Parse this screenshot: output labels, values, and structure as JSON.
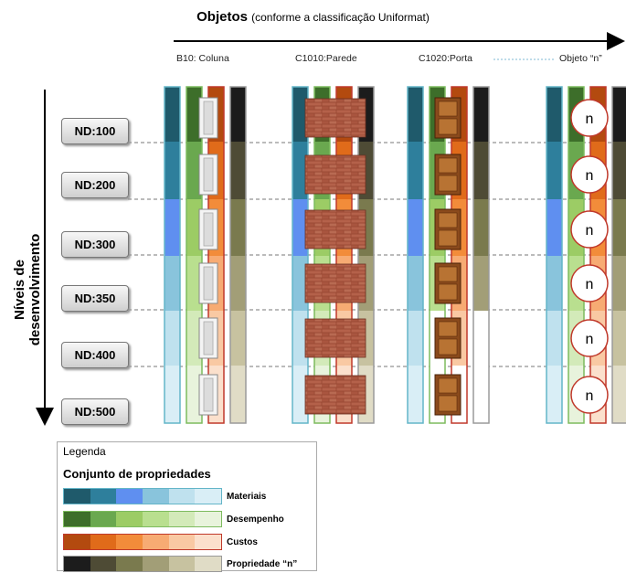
{
  "title": {
    "main": "Objetos",
    "sub": "(conforme a classificação Uniformat)"
  },
  "y_axis_label": "Níveis de desenvolvimento",
  "objects": [
    {
      "label": "B10: Coluna",
      "icon": "column-icon"
    },
    {
      "label": "C1010:Parede",
      "icon": "brick-wall-icon"
    },
    {
      "label": "C1020:Porta",
      "icon": "door-icon"
    },
    {
      "label": "Objeto “n”",
      "icon": "n-circle-icon"
    }
  ],
  "levels": [
    "ND:100",
    "ND:200",
    "ND:300",
    "ND:350",
    "ND:400",
    "ND:500"
  ],
  "n_symbol": "n",
  "legend": {
    "title": "Legenda",
    "subtitle": "Conjunto de propriedades",
    "rows": [
      {
        "label": "Materiais",
        "border": "#63b5c8",
        "colors": [
          "#1f5a6b",
          "#2e7f9c",
          "#5f8ff0",
          "#89c4dc",
          "#bfe1ee",
          "#d9eef6"
        ]
      },
      {
        "label": "Desempenho",
        "border": "#7dbb5e",
        "colors": [
          "#3d6e2a",
          "#6aa84f",
          "#9ccc65",
          "#b9df8f",
          "#d3eab9",
          "#e8f3dc"
        ]
      },
      {
        "label": "Custos",
        "border": "#c0392b",
        "colors": [
          "#b34a0f",
          "#e06b1a",
          "#f28c3a",
          "#f7ab73",
          "#f9c9a3",
          "#fbe0cc"
        ]
      },
      {
        "label": "Propriedade “n”",
        "border": "#9a9a9a",
        "colors": [
          "#1c1c1c",
          "#4e4b35",
          "#7a7a4e",
          "#a29e77",
          "#c7c2a0",
          "#e0dcc6"
        ]
      }
    ]
  }
}
